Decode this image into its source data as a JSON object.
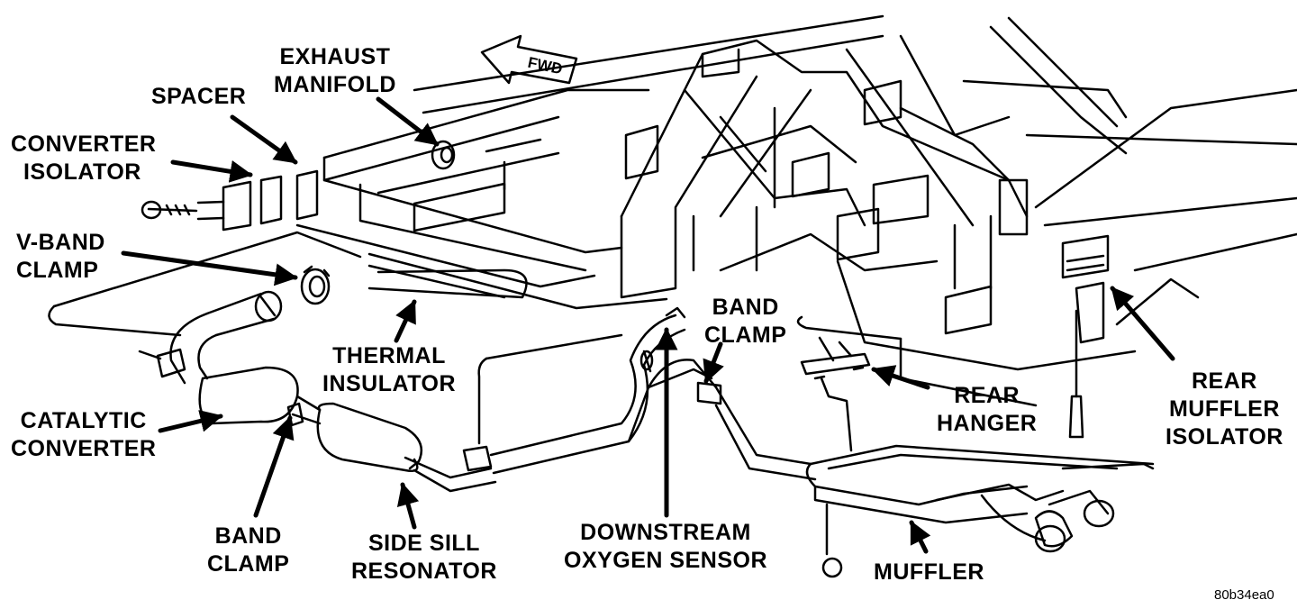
{
  "diagram": {
    "fwd": "FWD",
    "drawing_code": "80b34ea0",
    "labels": {
      "exhaust_manifold": [
        "EXHAUST",
        "MANIFOLD"
      ],
      "spacer": [
        "SPACER"
      ],
      "converter_isolator": [
        "CONVERTER",
        "ISOLATOR"
      ],
      "v_band_clamp": [
        "V-BAND",
        "CLAMP"
      ],
      "thermal_insulator": [
        "THERMAL",
        "INSULATOR"
      ],
      "band_clamp_rear": [
        "BAND",
        "CLAMP"
      ],
      "rear_hanger": [
        "REAR",
        "HANGER"
      ],
      "rear_muffler_isolator": [
        "REAR",
        "MUFFLER",
        "ISOLATOR"
      ],
      "catalytic_converter": [
        "CATALYTIC",
        "CONVERTER"
      ],
      "band_clamp_front": [
        "BAND",
        "CLAMP"
      ],
      "side_sill_resonator": [
        "SIDE SILL",
        "RESONATOR"
      ],
      "downstream_oxygen_sensor": [
        "DOWNSTREAM",
        "OXYGEN SENSOR"
      ],
      "muffler": [
        "MUFFLER"
      ]
    }
  }
}
